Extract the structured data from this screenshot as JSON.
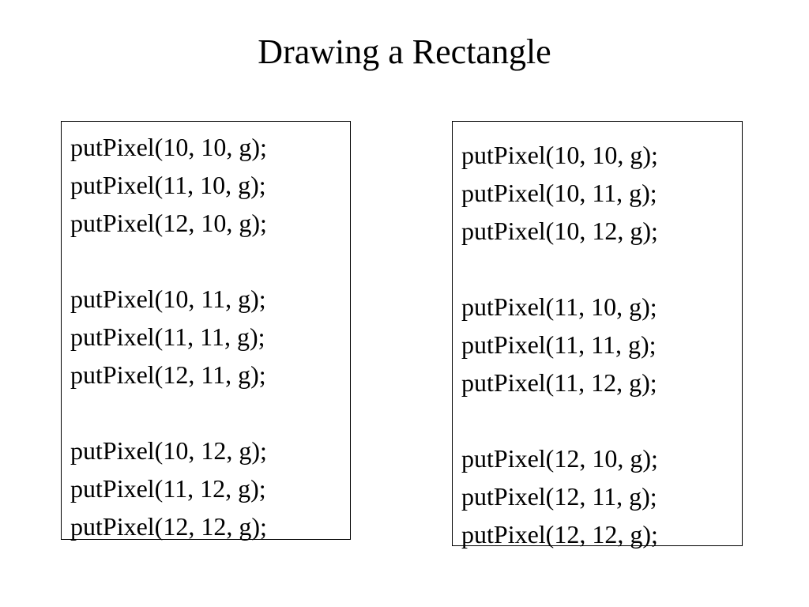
{
  "slide": {
    "title": "Drawing a Rectangle"
  },
  "left_box": {
    "groups": [
      [
        "putPixel(10, 10, g);",
        "putPixel(11, 10, g);",
        "putPixel(12, 10, g);"
      ],
      [
        "putPixel(10, 11, g);",
        "putPixel(11, 11, g);",
        "putPixel(12, 11, g);"
      ],
      [
        "putPixel(10, 12, g);",
        "putPixel(11, 12, g);",
        "putPixel(12, 12, g);"
      ]
    ]
  },
  "right_box": {
    "groups": [
      [
        "putPixel(10, 10, g);",
        "putPixel(10, 11, g);",
        "putPixel(10, 12, g);"
      ],
      [
        "putPixel(11, 10, g);",
        "putPixel(11, 11, g);",
        "putPixel(11, 12, g);"
      ],
      [
        "putPixel(12, 10, g);",
        "putPixel(12, 11, g);",
        "putPixel(12, 12, g);"
      ]
    ]
  }
}
